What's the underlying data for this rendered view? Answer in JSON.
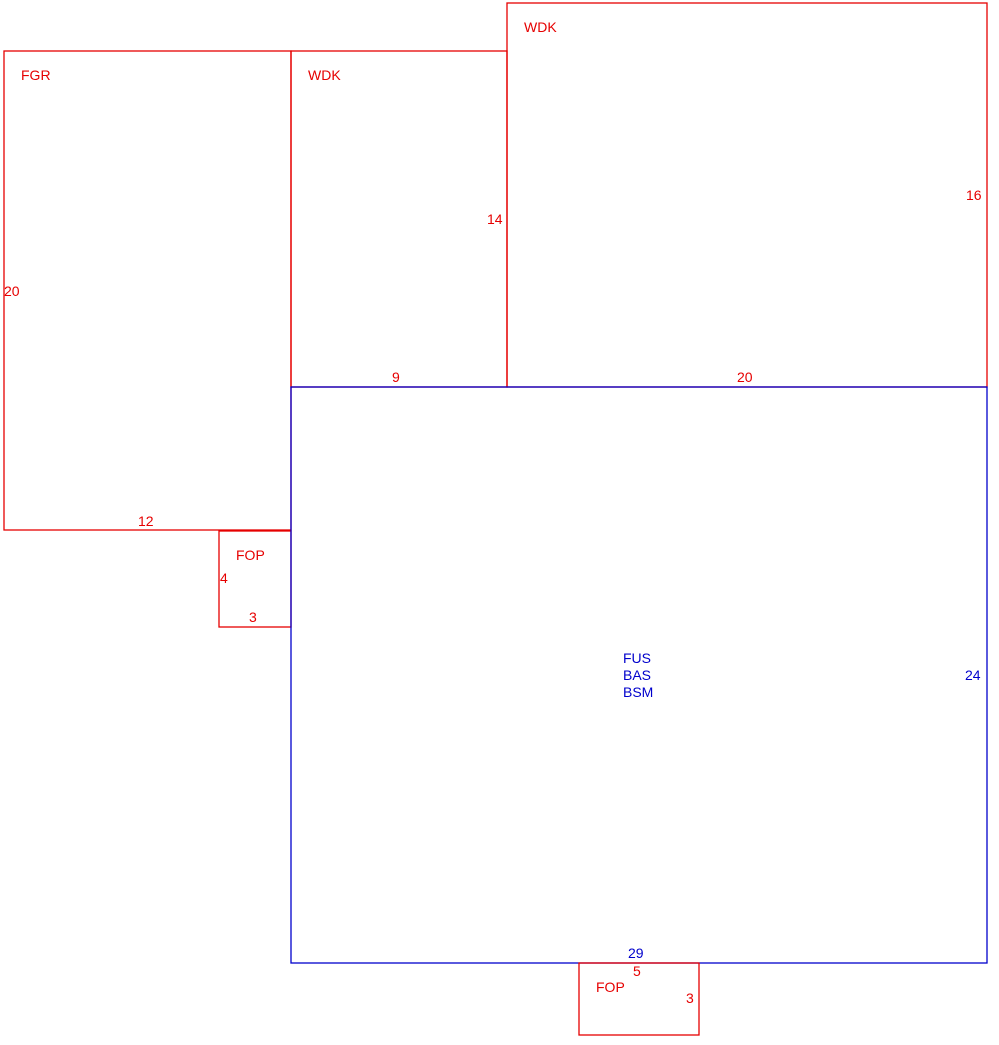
{
  "colors": {
    "addition": "#e60000",
    "main": "#0000cc",
    "background": "#ffffff"
  },
  "areas": [
    {
      "id": "fgr",
      "codes": [
        "FGR"
      ],
      "color_key": "addition",
      "dimensions": {
        "side": "20",
        "bottom": "12"
      }
    },
    {
      "id": "wdk_small",
      "codes": [
        "WDK"
      ],
      "color_key": "addition",
      "dimensions": {
        "side": "14",
        "bottom": "9"
      }
    },
    {
      "id": "wdk_large",
      "codes": [
        "WDK"
      ],
      "color_key": "addition",
      "dimensions": {
        "side": "16",
        "bottom": "20"
      }
    },
    {
      "id": "fop_left",
      "codes": [
        "FOP"
      ],
      "color_key": "addition",
      "dimensions": {
        "side": "4",
        "bottom": "3"
      }
    },
    {
      "id": "main",
      "codes": [
        "FUS",
        "BAS",
        "BSM"
      ],
      "color_key": "main",
      "dimensions": {
        "side": "24",
        "bottom": "29"
      }
    },
    {
      "id": "fop_bottom",
      "codes": [
        "FOP"
      ],
      "color_key": "addition",
      "dimensions": {
        "side": "3",
        "top": "5"
      }
    }
  ]
}
